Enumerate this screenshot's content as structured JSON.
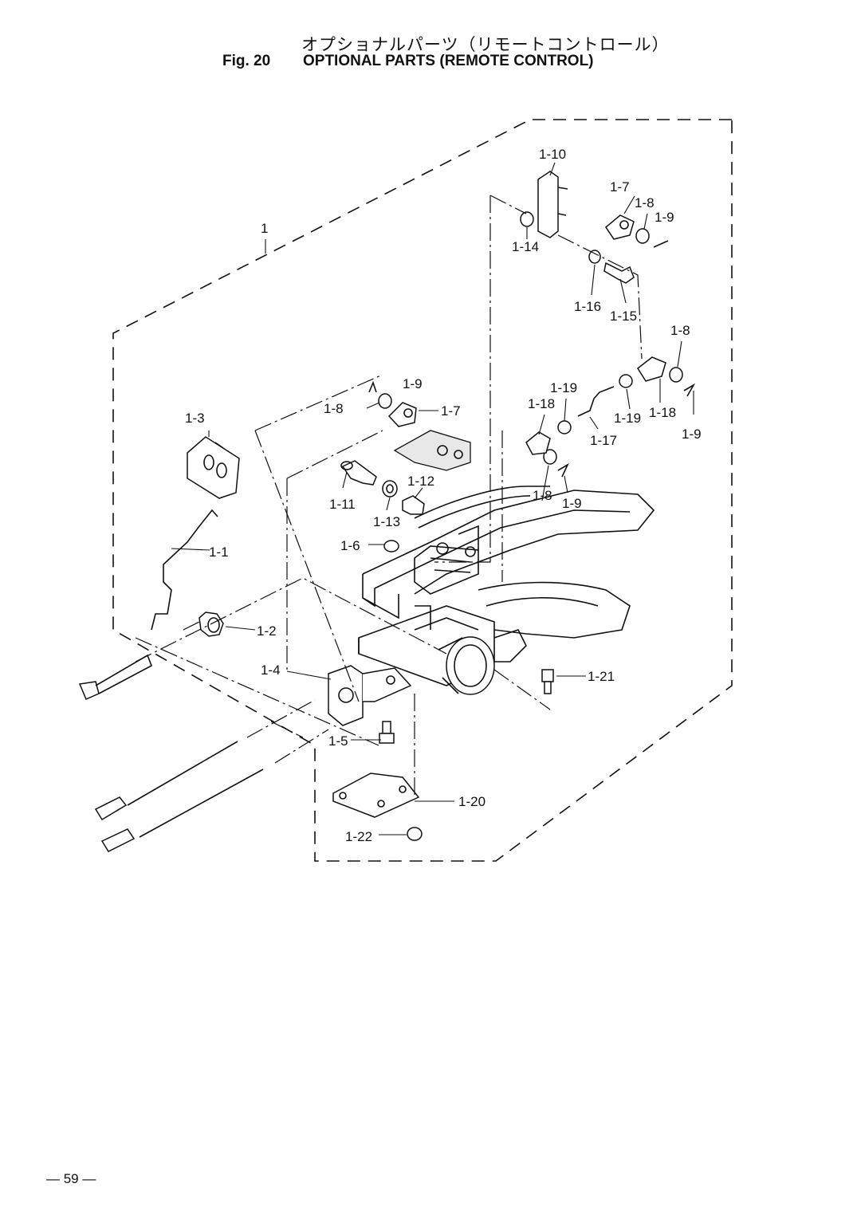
{
  "header": {
    "title_jp": "オプショナルパーツ（リモートコントロール）",
    "fig_label": "Fig. 20",
    "title_en": "OPTIONAL PARTS (REMOTE CONTROL)"
  },
  "callouts": {
    "c1": "1",
    "c1_1": "1-1",
    "c1_2": "1-2",
    "c1_3": "1-3",
    "c1_4": "1-4",
    "c1_5": "1-5",
    "c1_6": "1-6",
    "c1_7a": "1-7",
    "c1_7b": "1-7",
    "c1_8a": "1-8",
    "c1_8b": "1-8",
    "c1_8c": "1-8",
    "c1_8d": "1-8",
    "c1_9a": "1-9",
    "c1_9b": "1-9",
    "c1_9c": "1-9",
    "c1_9d": "1-9",
    "c1_10": "1-10",
    "c1_11": "1-11",
    "c1_12": "1-12",
    "c1_13": "1-13",
    "c1_14": "1-14",
    "c1_15": "1-15",
    "c1_16": "1-16",
    "c1_17": "1-17",
    "c1_18a": "1-18",
    "c1_18b": "1-18",
    "c1_19a": "1-19",
    "c1_19b": "1-19",
    "c1_20": "1-20",
    "c1_21": "1-21",
    "c1_22": "1-22"
  },
  "footer": {
    "page_number": "— 59 —"
  }
}
